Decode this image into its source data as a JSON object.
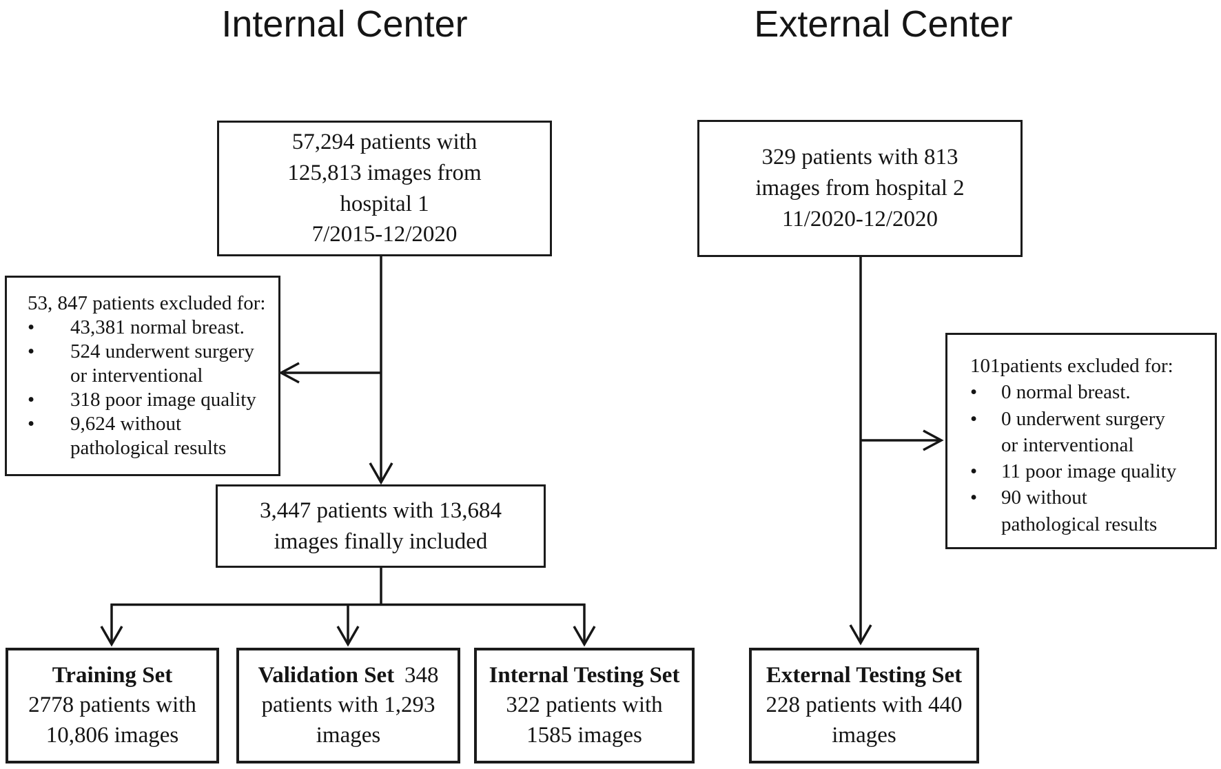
{
  "colors": {
    "background": "#ffffff",
    "line": "#161616",
    "text": "#141414"
  },
  "internal": {
    "title": "Internal Center",
    "source": {
      "text": "57,294 patients with\n125,813 images from\nhospital 1\n7/2015-12/2020"
    },
    "excluded": {
      "header": "53, 847 patients excluded for:",
      "bullet_glyph": "•",
      "bullets": [
        "43,381 normal breast.",
        "524 underwent surgery\nor interventional",
        "318 poor image quality",
        "9,624 without\npathological results"
      ]
    },
    "included": {
      "text": "3,447 patients with 13,684\nimages finally included"
    },
    "sets": [
      {
        "title": "Training Set",
        "suffix": "",
        "body": "2778 patients with\n10,806 images"
      },
      {
        "title": "Validation Set",
        "suffix": "348",
        "body": "patients with 1,293\nimages"
      },
      {
        "title": "Internal Testing Set",
        "suffix": "",
        "body": "322 patients with\n1585 images"
      }
    ]
  },
  "external": {
    "title": "External Center",
    "source": {
      "text": "329 patients with 813\nimages from hospital 2\n11/2020-12/2020"
    },
    "excluded": {
      "header": "101patients excluded for:",
      "bullet_glyph": "•",
      "bullets": [
        "0 normal breast.",
        "0 underwent surgery\nor interventional",
        "11 poor image quality",
        "90 without\npathological results"
      ]
    },
    "set": {
      "title": "External Testing Set",
      "suffix": "",
      "body": "228 patients with 440\nimages"
    }
  }
}
